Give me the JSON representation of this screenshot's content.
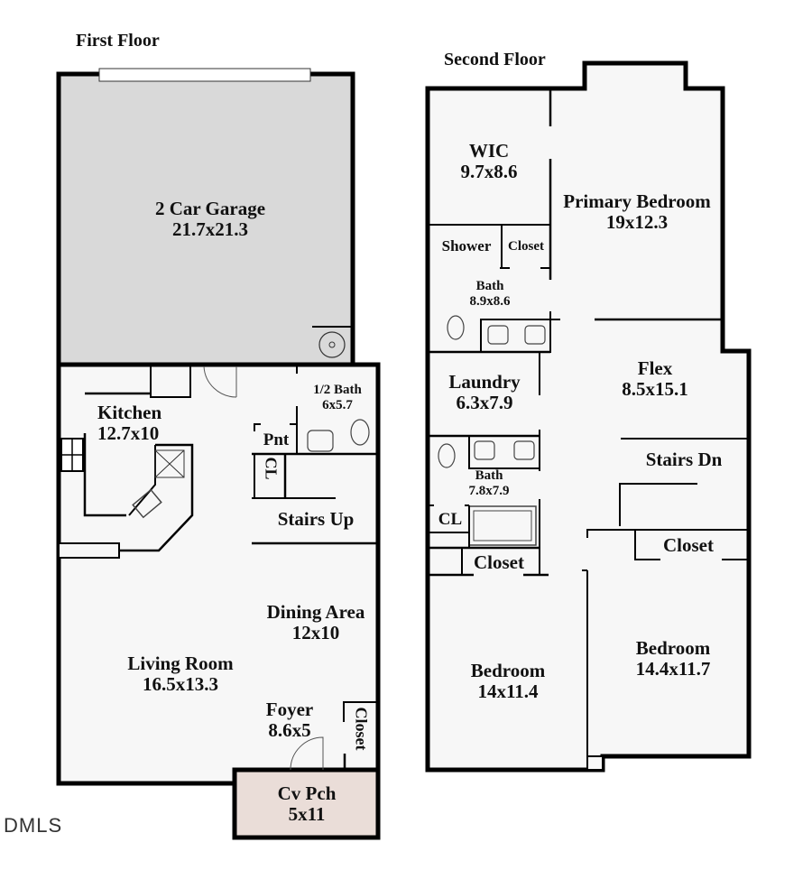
{
  "floors": [
    {
      "title": "First Floor",
      "rooms": [
        {
          "id": "garage",
          "name": "2 Car Garage",
          "dims": "21.7x21.3"
        },
        {
          "id": "kitchen",
          "name": "Kitchen",
          "dims": "12.7x10"
        },
        {
          "id": "half-bath",
          "name": "1/2 Bath",
          "dims": "6x5.7"
        },
        {
          "id": "pantry",
          "name": "Pnt",
          "dims": ""
        },
        {
          "id": "closet-cl",
          "name": "CL",
          "dims": ""
        },
        {
          "id": "stairs-up",
          "name": "Stairs Up",
          "dims": ""
        },
        {
          "id": "dining",
          "name": "Dining Area",
          "dims": "12x10"
        },
        {
          "id": "living",
          "name": "Living Room",
          "dims": "16.5x13.3"
        },
        {
          "id": "foyer",
          "name": "Foyer",
          "dims": "8.6x5"
        },
        {
          "id": "foyer-closet",
          "name": "Closet",
          "dims": ""
        },
        {
          "id": "covered-porch",
          "name": "Cv Pch",
          "dims": "5x11"
        }
      ]
    },
    {
      "title": "Second Floor",
      "rooms": [
        {
          "id": "wic",
          "name": "WIC",
          "dims": "9.7x8.6"
        },
        {
          "id": "primary-bedroom",
          "name": "Primary Bedroom",
          "dims": "19x12.3"
        },
        {
          "id": "shower",
          "name": "Shower",
          "dims": ""
        },
        {
          "id": "bath-closet",
          "name": "Closet",
          "dims": ""
        },
        {
          "id": "primary-bath",
          "name": "Bath",
          "dims": "8.9x8.6"
        },
        {
          "id": "laundry",
          "name": "Laundry",
          "dims": "6.3x7.9"
        },
        {
          "id": "flex",
          "name": "Flex",
          "dims": "8.5x15.1"
        },
        {
          "id": "stairs-dn",
          "name": "Stairs Dn",
          "dims": ""
        },
        {
          "id": "hall-bath",
          "name": "Bath",
          "dims": "7.8x7.9"
        },
        {
          "id": "linen-cl",
          "name": "CL",
          "dims": ""
        },
        {
          "id": "bedroom2-closet",
          "name": "Closet",
          "dims": ""
        },
        {
          "id": "bedroom3-closet",
          "name": "Closet",
          "dims": ""
        },
        {
          "id": "bedroom2",
          "name": "Bedroom",
          "dims": "14x11.4"
        },
        {
          "id": "bedroom3",
          "name": "Bedroom",
          "dims": "14.4x11.7"
        }
      ]
    }
  ],
  "watermark": "DMLS",
  "colors": {
    "garage_fill": "#d9d9d9",
    "room_fill": "#f7f7f7",
    "porch_fill": "#eaddd8",
    "wall": "#000000"
  }
}
